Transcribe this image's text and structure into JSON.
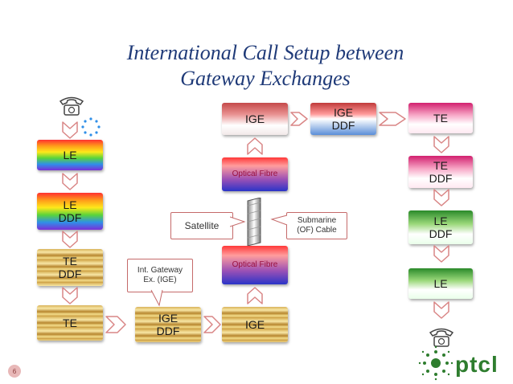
{
  "title": {
    "line1": "International Call Setup between",
    "line2": "Gateway Exchanges"
  },
  "left_column": {
    "le": "LE",
    "le_ddf": "LE\nDDF",
    "te_ddf": "TE\nDDF",
    "te": "TE"
  },
  "bottom_row": {
    "ige_ddf": "IGE\nDDF",
    "ige": "IGE"
  },
  "center": {
    "optical_fibre_top": "Optical Fibre",
    "optical_fibre_bottom": "Optical Fibre",
    "satellite": "Satellite",
    "submarine": "Submarine\n(OF) Cable",
    "int_gateway": "Int. Gateway\nEx. (IGE)"
  },
  "top_row": {
    "ige": "IGE",
    "ige_ddf": "IGE\nDDF"
  },
  "right_column": {
    "te": "TE",
    "te_ddf": "TE\nDDF",
    "le_ddf": "LE\nDDF",
    "le": "LE"
  },
  "footer": {
    "page_number": "6",
    "logo_text": "ptcl"
  },
  "icons": [
    "telephone-icon",
    "dialing-spinner-icon",
    "satellite-dish-icon"
  ],
  "colors": {
    "title": "#1f3a78",
    "arrow_stroke": "#d98585",
    "logo": "#2e7d2e"
  }
}
